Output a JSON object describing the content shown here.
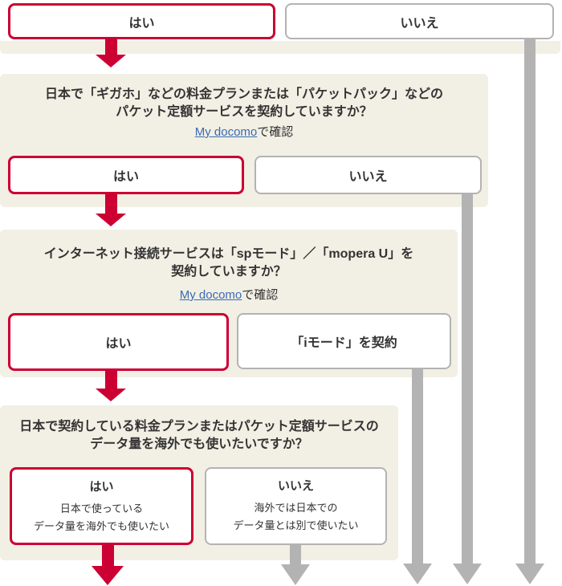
{
  "colors": {
    "accent_crimson": "#cc0033",
    "panel_beige": "#f2efe4",
    "gray_line": "#b3b3b3",
    "text": "#333333",
    "link_blue": "#3a6cb3"
  },
  "flow": {
    "step1": {
      "yes_label": "はい",
      "no_label": "いいえ"
    },
    "step2": {
      "question_line1": "日本で「ギガホ」などの料金プランまたは「パケットパック」などの",
      "question_line2": "パケット定額サービスを契約していますか？",
      "link_text": "My docomo",
      "link_suffix": "で確認",
      "yes_label": "はい",
      "no_label": "いいえ"
    },
    "step3": {
      "question_line1": "インターネット接続サービスは「spモード」／「mopera U」を",
      "question_line2": "契約していますか？",
      "link_text": "My docomo",
      "link_suffix": "で確認",
      "yes_label": "はい",
      "imode_label": "「iモード」を契約"
    },
    "step4": {
      "question_line1": "日本で契約している料金プランまたはパケット定額サービスの",
      "question_line2": "データ量を海外でも使いたいですか？",
      "yes_label": "はい",
      "yes_sub_line1": "日本で使っている",
      "yes_sub_line2": "データ量を海外でも使いたい",
      "no_label": "いいえ",
      "no_sub_line1": "海外では日本での",
      "no_sub_line2": "データ量とは別で使いたい"
    }
  }
}
